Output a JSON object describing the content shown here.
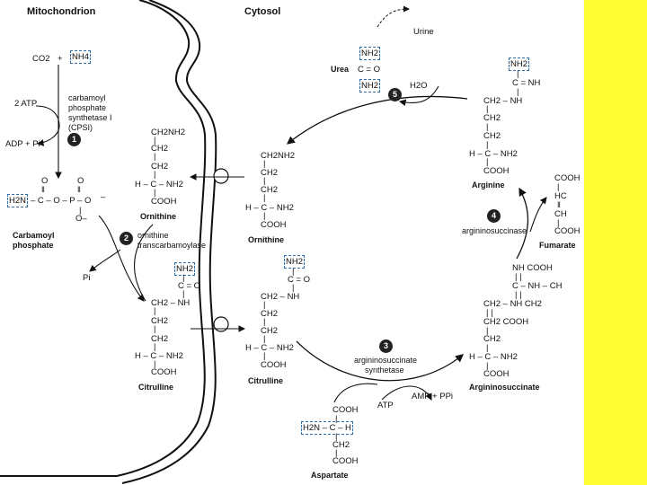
{
  "compartments": {
    "mitochondrion": "Mitochondrion",
    "cytosol": "Cytosol"
  },
  "mito": {
    "co2": "CO2",
    "plus": "+",
    "nh4": "NH4",
    "atp": "2 ATP",
    "adp": "ADP + Pi",
    "cpsi": [
      "carbamoyl",
      "phosphate",
      "synthetase I",
      "(CPSI)"
    ],
    "carbamoyl_struct": {
      "o1": "O",
      "o2": "O",
      "dbl1": "‖",
      "dbl2": "‖",
      "h2n": "H2N",
      "chain": "– C – O – P – O",
      "minus": "–",
      "o_bottom": "O–",
      "bar": "|"
    },
    "carbamoyl_name": [
      "Carbamoyl",
      "phosphate"
    ],
    "ornithine_struct": [
      "CH2NH2",
      "|",
      "CH2",
      "|",
      "CH2",
      "|",
      "H – C – NH2",
      "|",
      "COOH"
    ],
    "ornithine_name": "Ornithine",
    "otc": [
      "ornithine",
      "transcarbamoylase"
    ],
    "pi": "Pi",
    "citrulline_struct": [
      "NH2",
      "|",
      "C = O",
      "|",
      "CH2 – NH",
      "|",
      "CH2",
      "|",
      "CH2",
      "|",
      "H – C – NH2",
      "|",
      "COOH"
    ],
    "citrulline_name": "Citrulline"
  },
  "cyto": {
    "urine": "Urine",
    "urea": "Urea",
    "urea_struct": [
      "NH2",
      "C = O",
      "NH2"
    ],
    "h2o": "H2O",
    "ornithine_struct": [
      "CH2NH2",
      "|",
      "CH2",
      "|",
      "CH2",
      "|",
      "H – C – NH2",
      "|",
      "COOH"
    ],
    "ornithine_name": "Ornithine",
    "arginine_struct": [
      "NH2",
      "|",
      "C = NH",
      "|",
      "CH2 – NH",
      "|",
      "CH2",
      "|",
      "CH2",
      "|",
      "H – C – NH2",
      "|",
      "COOH"
    ],
    "arginine_name": "Arginine",
    "fumarate_struct": [
      "COOH",
      "|",
      "HC",
      "‖",
      "CH",
      "|",
      "COOH"
    ],
    "fumarate_name": "Fumarate",
    "asl": "argininosuccinase",
    "citrulline_struct": [
      "NH2",
      "|",
      "C = O",
      "|",
      "CH2 – NH",
      "|",
      "CH2",
      "|",
      "CH2",
      "|",
      "H – C – NH2",
      "|",
      "COOH"
    ],
    "citrulline_name": "Citrulline",
    "ass": [
      "argininosuccinate",
      "synthetase"
    ],
    "atp": "ATP",
    "amp": "AMP + PPi",
    "aspartate_struct": [
      "COOH",
      "|",
      "H2N – C – H",
      "|",
      "CH2",
      "|",
      "COOH"
    ],
    "aspartate_name": "Aspartate",
    "argsucc_struct": [
      "NH       COOH",
      "|            |",
      "C – NH – CH",
      "|            |",
      "CH2 – NH      CH2",
      "|            |",
      "CH2            COOH",
      "|",
      "CH2",
      "|",
      "H – C – NH2",
      "|",
      "COOH"
    ],
    "argsucc_name": "Argininosuccinate"
  },
  "steps": [
    "1",
    "2",
    "3",
    "4",
    "5"
  ]
}
